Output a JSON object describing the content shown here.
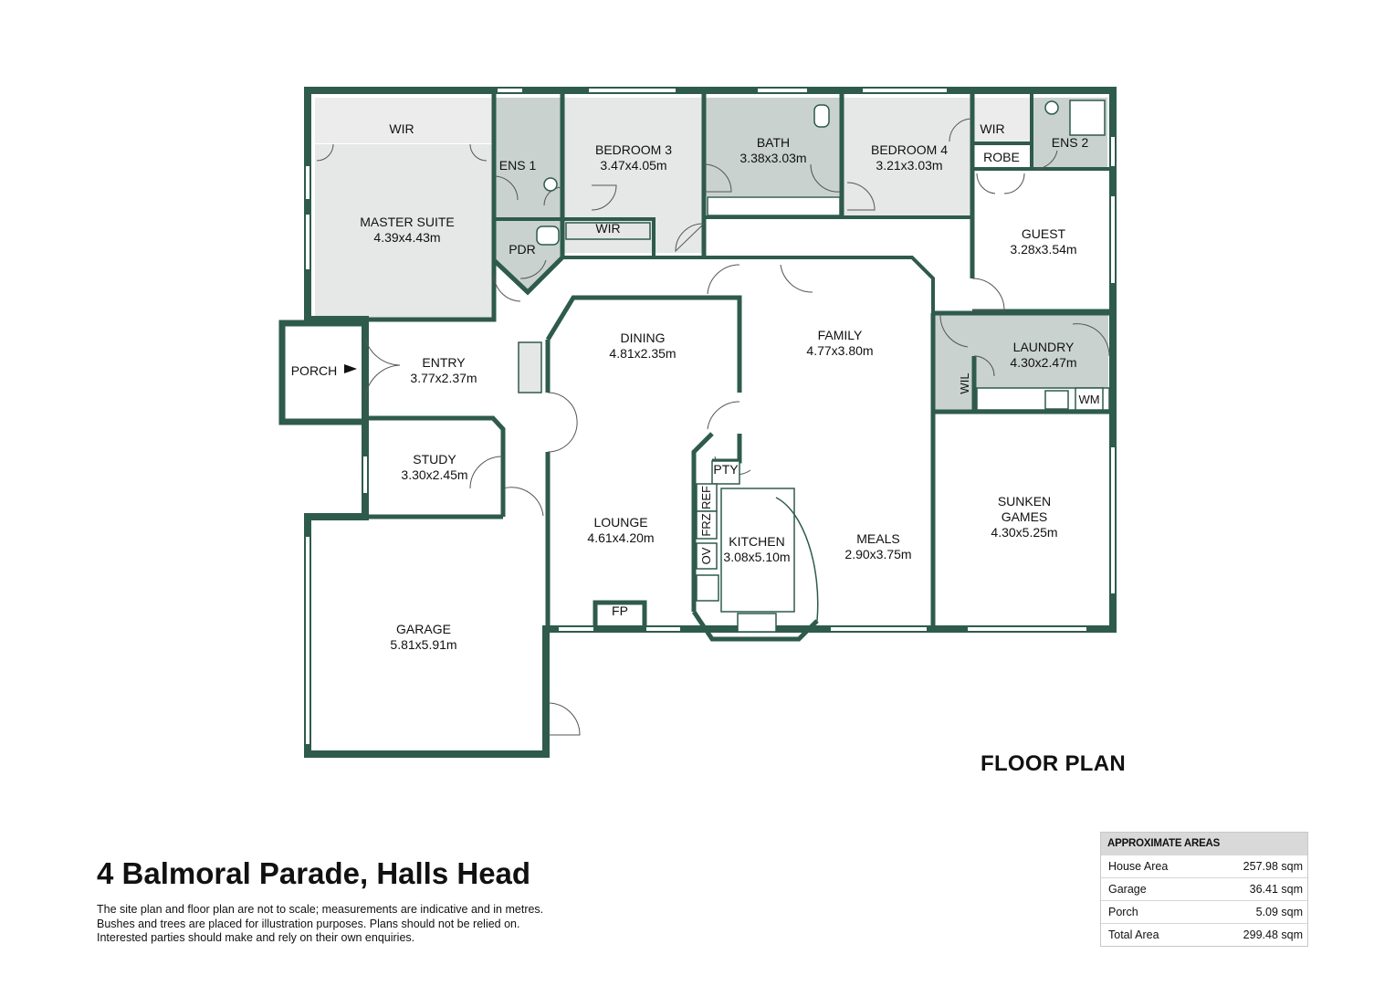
{
  "plan_title": "FLOOR PLAN",
  "address": "4 Balmoral Parade, Halls Head",
  "disclaimer": [
    "The site plan and floor plan are not to scale; measurements are indicative and in metres.",
    "Bushes and trees are placed for illustration purposes. Plans should not be relied on.",
    "Interested parties should make and rely on their own enquiries."
  ],
  "areas": {
    "header": "APPROXIMATE AREAS",
    "rows": [
      {
        "label": "House Area",
        "value": "257.98 sqm"
      },
      {
        "label": "Garage",
        "value": "36.41 sqm"
      },
      {
        "label": "Porch",
        "value": "5.09 sqm"
      },
      {
        "label": "Total Area",
        "value": "299.48 sqm"
      }
    ]
  },
  "rooms": {
    "master_wir": "WIR",
    "master_suite": {
      "name": "MASTER SUITE",
      "dims": "4.39x4.43m"
    },
    "ens1": "ENS 1",
    "pdr": "PDR",
    "bedroom3": {
      "name": "BEDROOM 3",
      "dims": "3.47x4.05m"
    },
    "bed3_wir": "WIR",
    "bath": {
      "name": "BATH",
      "dims": "3.38x3.03m"
    },
    "bedroom4": {
      "name": "BEDROOM 4",
      "dims": "3.21x3.03m"
    },
    "bed4_wir": "WIR",
    "robe": "ROBE",
    "ens2": "ENS 2",
    "guest": {
      "name": "GUEST",
      "dims": "3.28x3.54m"
    },
    "porch": "PORCH",
    "entry": {
      "name": "ENTRY",
      "dims": "3.77x2.37m"
    },
    "dining": {
      "name": "DINING",
      "dims": "4.81x2.35m"
    },
    "family": {
      "name": "FAMILY",
      "dims": "4.77x3.80m"
    },
    "laundry": {
      "name": "LAUNDRY",
      "dims": "4.30x2.47m"
    },
    "wil": "WIL",
    "wm": "WM",
    "study": {
      "name": "STUDY",
      "dims": "3.30x2.45m"
    },
    "pty": "PTY",
    "ref": "REF",
    "frz": "FRZ",
    "ov": "OV",
    "lounge": {
      "name": "LOUNGE",
      "dims": "4.61x4.20m"
    },
    "kitchen": {
      "name": "KITCHEN",
      "dims": "3.08x5.10m"
    },
    "meals": {
      "name": "MEALS",
      "dims": "2.90x3.75m"
    },
    "sunken_games": {
      "name1": "SUNKEN",
      "name2": "GAMES",
      "dims": "4.30x5.25m"
    },
    "fp": "FP",
    "garage": {
      "name": "GARAGE",
      "dims": "5.81x5.91m"
    }
  },
  "colors": {
    "wall": "#2e5b4b",
    "wet_room_fill": "#c9d2cf",
    "wardrobe_fill": "#e5e6e6",
    "window": "#ffffff"
  }
}
